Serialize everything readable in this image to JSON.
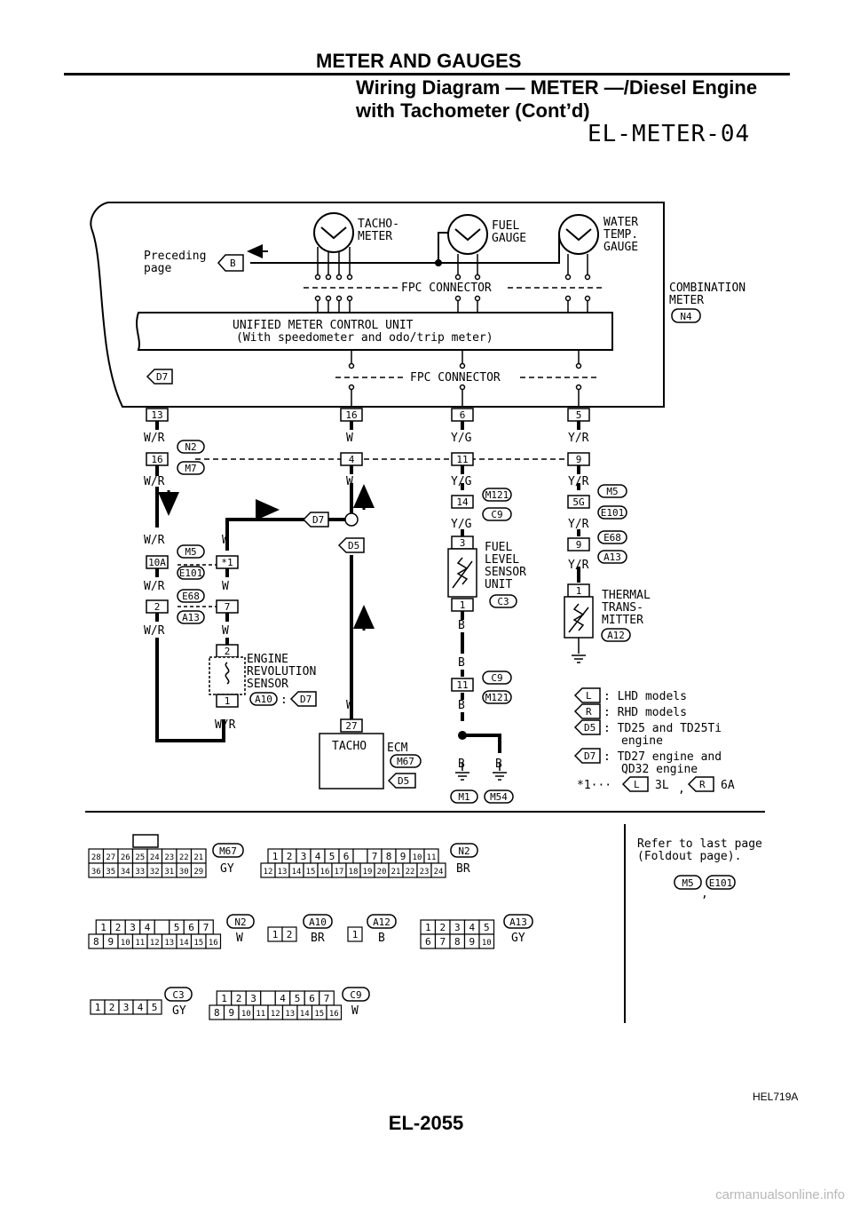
{
  "header": {
    "section_title": "METER AND GAUGES",
    "subtitle_line1": "Wiring Diagram — METER —/Diesel Engine",
    "subtitle_line2": "with Tachometer (Cont’d)",
    "diagram_code": "EL-METER-04"
  },
  "diagram": {
    "gauges": {
      "tacho": [
        "TACHO-",
        "METER"
      ],
      "fuel": [
        "FUEL",
        "GAUGE"
      ],
      "water": [
        "WATER",
        "TEMP.",
        "GAUGE"
      ]
    },
    "preceding": [
      "Preceding",
      "page"
    ],
    "preceding_tag": "B",
    "fpc_connector": "FPC CONNECTOR",
    "combination_meter": [
      "COMBINATION",
      "METER"
    ],
    "combination_conn": "N4",
    "unified_unit": [
      "UNIFIED METER CONTROL UNIT",
      "(With speedometer and odo/trip meter)"
    ],
    "d7_tag": "D7",
    "d5_tag": "D5",
    "meter_pins": [
      "13",
      "16",
      "6",
      "5"
    ],
    "wire_colors": {
      "wr": "W/R",
      "w": "W",
      "yg": "Y/G",
      "yr": "Y/R",
      "b": "B"
    },
    "conn_pins": {
      "col1": [
        "16",
        "10A",
        "2"
      ],
      "col2": [
        "4",
        "*1",
        "7"
      ],
      "col3": [
        "11",
        "14",
        "3",
        "1",
        "11"
      ],
      "col4": [
        "9",
        "5G",
        "9",
        "1"
      ]
    },
    "conn_ids": {
      "n2": "N2",
      "m7": "M7",
      "m5": "M5",
      "e101": "E101",
      "e68": "E68",
      "a13": "A13",
      "m121": "M121",
      "c9": "C9",
      "c3": "C3",
      "a12": "A12",
      "a10": "A10",
      "m67": "M67",
      "m1": "M1",
      "m54": "M54",
      "d7": "D7",
      "d5": "D5",
      "l": "L",
      "r": "R"
    },
    "fuel_sensor": [
      "FUEL",
      "LEVEL",
      "SENSOR",
      "UNIT"
    ],
    "thermal": [
      "THERMAL",
      "TRANS-",
      "MITTER"
    ],
    "engine_sensor": [
      "ENGINE",
      "REVOLUTION",
      "SENSOR"
    ],
    "sensor_pins": [
      "2",
      "1"
    ],
    "fuel_pins": [
      "3",
      "1"
    ],
    "thermal_pin": "1",
    "ecm_pin": "27",
    "ecm_label": "ECM",
    "tacho_terminal": "TACHO",
    "colon": ":",
    "legend": {
      "lhd": ": LHD models",
      "rhd": ": RHD models",
      "d5_line1": ": TD25 and TD25Ti",
      "d5_line2": "engine",
      "d7_line1": ": TD27 engine and",
      "d7_line2": "QD32 engine",
      "star": "*1···",
      "l_value": "3L",
      "sep": ",",
      "r_value": "6A"
    },
    "connectors": {
      "m67_color": "GY",
      "n2_color": "BR",
      "n4_color": "W",
      "a10_color": "BR",
      "a12_color": "B",
      "a13_color": "GY",
      "c3_color": "GY",
      "c9_color": "W",
      "m67_row1": [
        "28",
        "27",
        "26",
        "25",
        "24",
        "23",
        "22",
        "21"
      ],
      "m67_row2": [
        "36",
        "35",
        "34",
        "33",
        "32",
        "31",
        "30",
        "29"
      ],
      "n2_row1": [
        "1",
        "2",
        "3",
        "4",
        "5",
        "6",
        "",
        "7",
        "8",
        "9",
        "10",
        "11"
      ],
      "n2_row2": [
        "12",
        "13",
        "14",
        "15",
        "16",
        "17",
        "18",
        "19",
        "20",
        "21",
        "22",
        "23",
        "24"
      ],
      "n4_row1": [
        "1",
        "2",
        "3",
        "4",
        "",
        "5",
        "6",
        "7"
      ],
      "n4_row2": [
        "8",
        "9",
        "10",
        "11",
        "12",
        "13",
        "14",
        "15",
        "16"
      ],
      "a10_pins": [
        "1",
        "2"
      ],
      "a12_pins": [
        "1"
      ],
      "a13_row1": [
        "1",
        "2",
        "3",
        "4",
        "5"
      ],
      "a13_row2": [
        "6",
        "7",
        "8",
        "9",
        "10"
      ],
      "c3_pins": [
        "1",
        "2",
        "3",
        "4",
        "5"
      ],
      "c9_row1": [
        "1",
        "2",
        "3",
        "",
        "4",
        "5",
        "6",
        "7"
      ],
      "c9_row2": [
        "8",
        "9",
        "10",
        "11",
        "12",
        "13",
        "14",
        "15",
        "16"
      ]
    },
    "refer_note": [
      "Refer to last page",
      "(Foldout page)."
    ],
    "refer_m5": "M5",
    "refer_e101": "E101",
    "refer_sep": ","
  },
  "footer": {
    "figure_ref": "HEL719A",
    "page_number": "EL-2055",
    "watermark": "carmanualsonline.info"
  }
}
